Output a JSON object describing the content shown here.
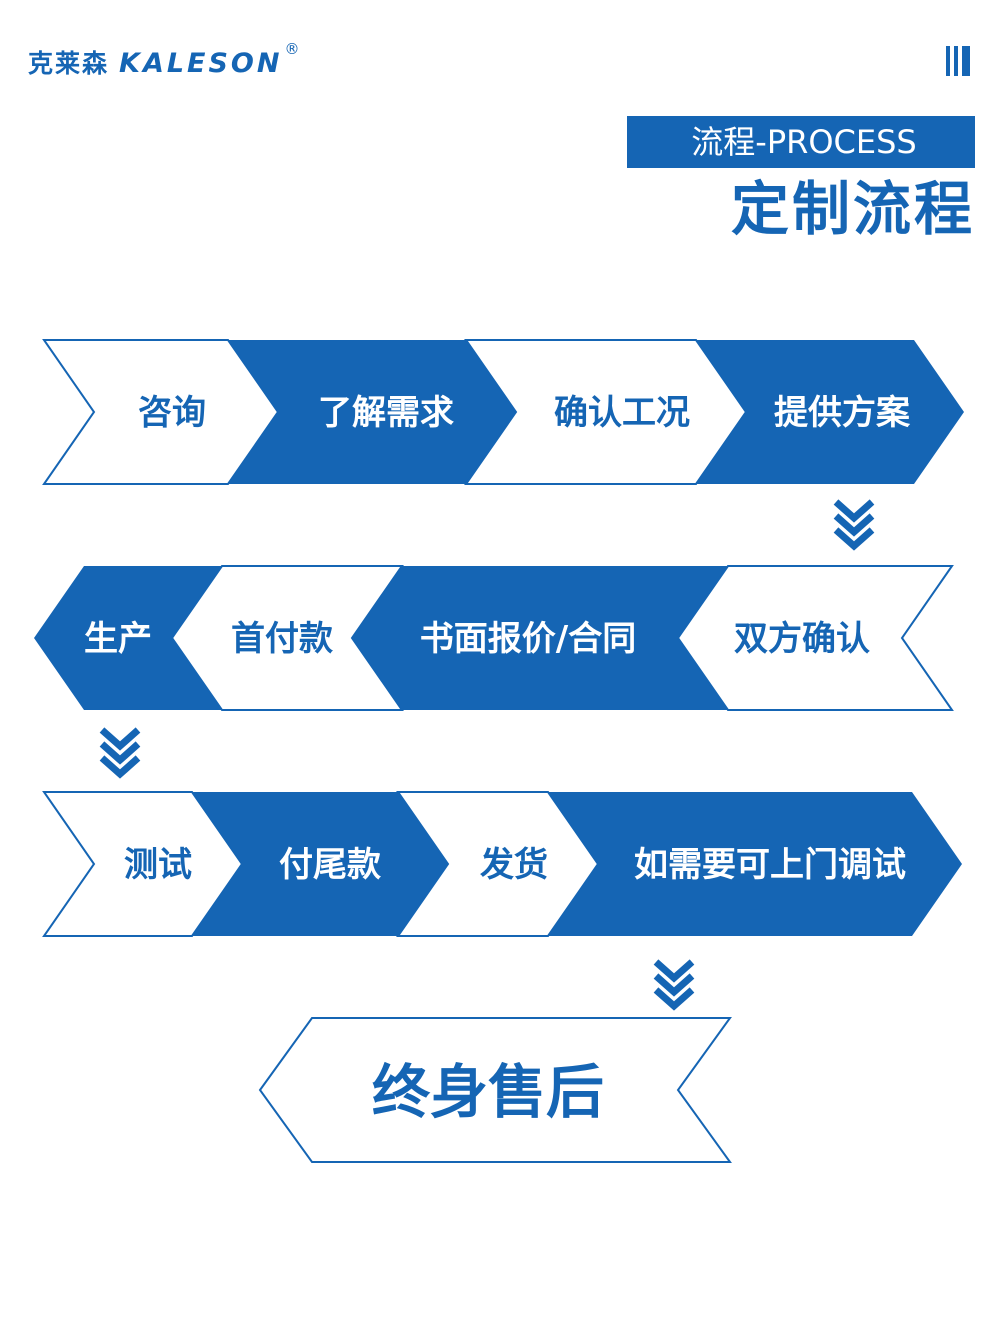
{
  "header": {
    "logo_cn": "克莱森",
    "logo_en": "KALESON",
    "logo_reg": "®",
    "banner": "流程-PROCESS",
    "title": "定制流程"
  },
  "colors": {
    "brand_blue": "#1565b4",
    "white": "#ffffff"
  },
  "icons": {
    "menu": "menu-bars-icon",
    "down_chevrons": "double-chevron-down-icon"
  },
  "steps": {
    "row1": [
      "咨询",
      "了解需求",
      "确认工况",
      "提供方案"
    ],
    "row2": [
      "生产",
      "首付款",
      "书面报价/合同",
      "双方确认"
    ],
    "row3": [
      "测试",
      "付尾款",
      "发货",
      "如需要可上门调试"
    ],
    "final": "终身售后"
  }
}
